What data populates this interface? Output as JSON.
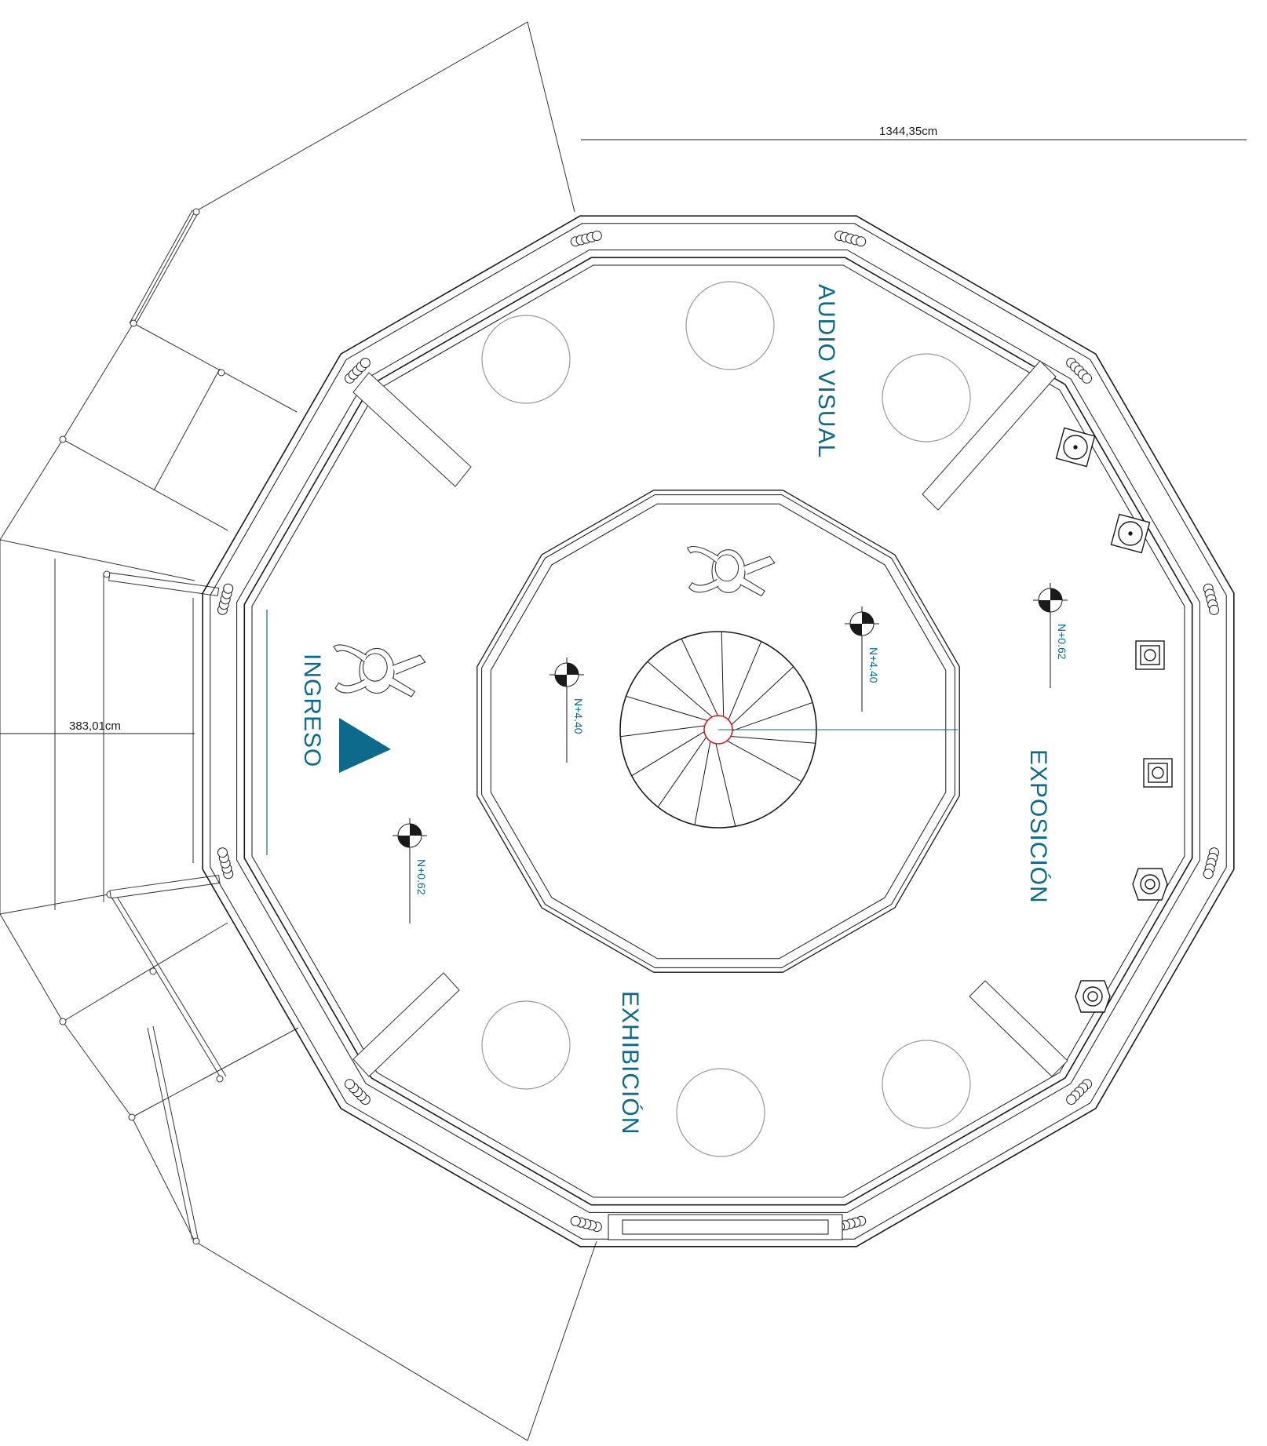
{
  "colors": {
    "accent": "#0e6a8a",
    "line": "#1a1a1a",
    "faint": "#9a9a9a",
    "stair_center": "#d62020"
  },
  "dimensions": {
    "top": "1344,35cm",
    "left": "383,01cm"
  },
  "zones": {
    "audiovisual": "AUDIO VISUAL",
    "exposicion": "EXPOSICIÓN",
    "exhibicion": "EXHIBICIÓN",
    "ingreso": "INGRESO"
  },
  "levels": {
    "center_left": "N+4.40",
    "center_right": "N+4.40",
    "right": "N+0.62",
    "left": "N+0.62"
  },
  "icons": [
    "entrance-arrow-icon",
    "person-icon",
    "level-marker-icon",
    "spiral-stair-icon",
    "exhibit-pedestal-icon",
    "column-icon"
  ]
}
